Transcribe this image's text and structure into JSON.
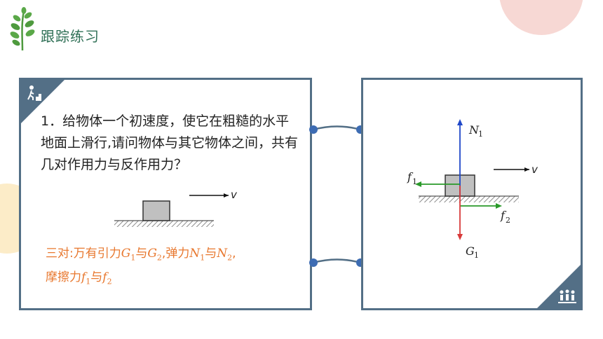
{
  "header": {
    "title": "跟踪练习",
    "leaf_icon": "leaf-sprig-icon"
  },
  "left_panel": {
    "corner_icon": "person-climbing-stairs-icon",
    "question": "1．给物体一个初速度，使它在粗糙的水平地面上滑行,请问物体与其它物体之间，共有几对作用力与反作用力？",
    "velocity_label": "v",
    "answer": {
      "line1_prefix": "三对:万有引力",
      "g_symbol": "G",
      "sub1": "1",
      "and": "与",
      "sub2": "2",
      "mid_text": ",弹力",
      "n_symbol": "N",
      "end_punct": ",",
      "line2_prefix": "摩擦力",
      "f_symbol": "f"
    }
  },
  "right_panel": {
    "corner_icon": "group-of-people-icon",
    "labels": {
      "N": "N",
      "N_sub": "1",
      "f": "f",
      "f1_sub": "1",
      "f2_sub": "2",
      "G": "G",
      "G_sub": "1",
      "v": "v"
    }
  },
  "colors": {
    "panel_border": "#536f86",
    "header_text": "#2e6f55",
    "answer_text": "#e8782f",
    "normal_force": "#2048c8",
    "friction": "#2a9a2a",
    "gravity": "#d83a3a",
    "connector": "#3d6cb3"
  }
}
